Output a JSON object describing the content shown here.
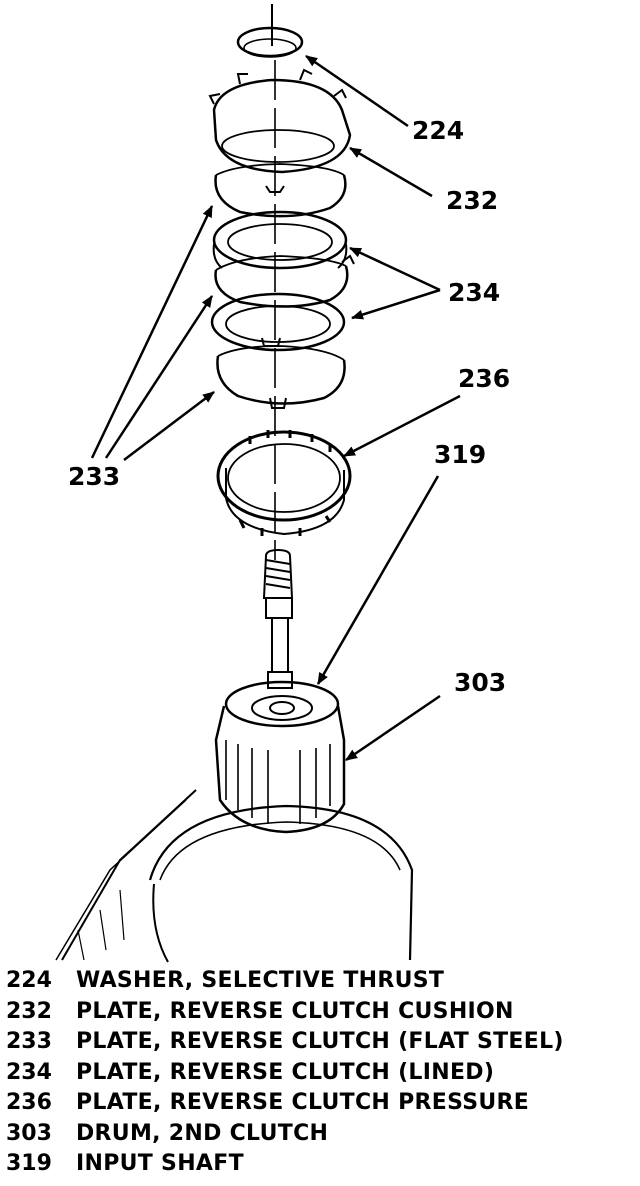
{
  "callouts": {
    "c224": "224",
    "c232": "232",
    "c234": "234",
    "c236": "236",
    "c233": "233",
    "c319": "319",
    "c303": "303"
  },
  "legend": [
    {
      "num": "224",
      "desc": "WASHER, SELECTIVE THRUST"
    },
    {
      "num": "232",
      "desc": "PLATE, REVERSE CLUTCH CUSHION"
    },
    {
      "num": "233",
      "desc": "PLATE, REVERSE CLUTCH (FLAT STEEL)"
    },
    {
      "num": "234",
      "desc": "PLATE, REVERSE CLUTCH (LINED)"
    },
    {
      "num": "236",
      "desc": "PLATE, REVERSE CLUTCH PRESSURE"
    },
    {
      "num": "303",
      "desc": "DRUM, 2ND CLUTCH"
    },
    {
      "num": "319",
      "desc": "INPUT SHAFT"
    }
  ]
}
